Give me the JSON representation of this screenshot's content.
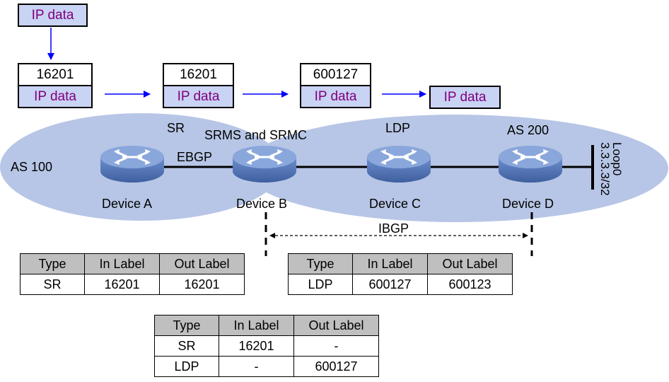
{
  "packets": {
    "initial": {
      "payload": "IP data"
    },
    "hop1": {
      "label": "16201",
      "payload": "IP data"
    },
    "hop2": {
      "label": "16201",
      "payload": "IP data"
    },
    "hop3": {
      "label": "600127",
      "payload": "IP data"
    },
    "final": {
      "payload": "IP data"
    }
  },
  "regions": {
    "as100": "AS 100",
    "as200": "AS 200",
    "sr": "SR",
    "ldp": "LDP"
  },
  "links": {
    "ebgp": "EBGP",
    "ibgp": "IBGP"
  },
  "devices": {
    "a": {
      "name": "Device A"
    },
    "b": {
      "name": "Device B",
      "role": "SRMS and SRMC"
    },
    "c": {
      "name": "Device C"
    },
    "d": {
      "name": "Device D"
    }
  },
  "loopback": {
    "name": "Loop0",
    "address": "3.3.3.3/32"
  },
  "tables": {
    "device_a": {
      "headers": [
        "Type",
        "In Label",
        "Out Label"
      ],
      "rows": [
        [
          "SR",
          "16201",
          "16201"
        ]
      ]
    },
    "device_c": {
      "headers": [
        "Type",
        "In Label",
        "Out Label"
      ],
      "rows": [
        [
          "LDP",
          "600127",
          "600123"
        ]
      ]
    },
    "device_b": {
      "headers": [
        "Type",
        "In Label",
        "Out Label"
      ],
      "rows": [
        [
          "SR",
          "16201",
          "-"
        ],
        [
          "LDP",
          "-",
          "600127"
        ]
      ]
    }
  },
  "colors": {
    "region_fill": "#b7c6e6",
    "router_body": "#5b7dbd",
    "router_top": "#7f9fd8",
    "ip_data_fill": "#c9d3f3",
    "ip_data_text": "#800080",
    "arrow": "#0000ff",
    "table_header": "#bfbfbf"
  }
}
